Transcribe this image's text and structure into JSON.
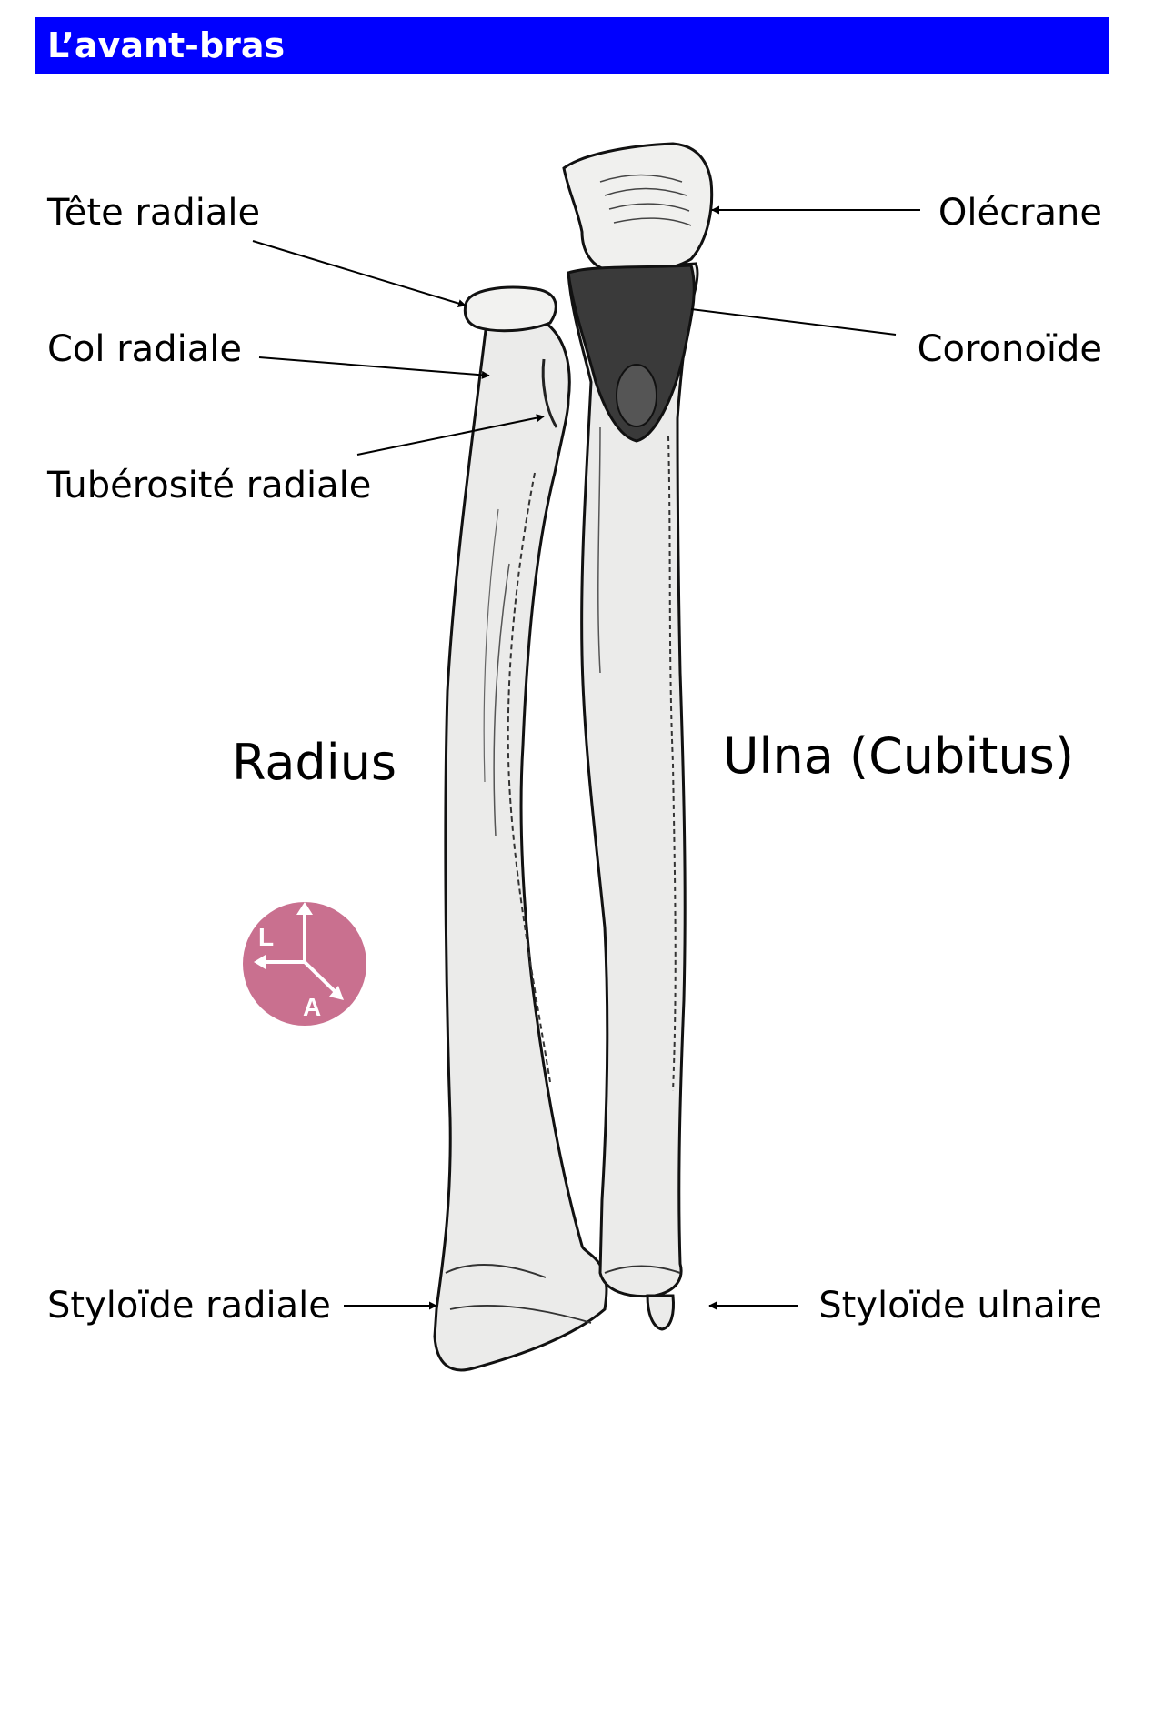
{
  "header": {
    "title": "L’avant-bras"
  },
  "labels": {
    "tete_radiale": "Tête radiale",
    "col_radiale": "Col radiale",
    "tuberosite_radiale": "Tubérosité radiale",
    "radius": "Radius",
    "styloide_radiale": "Styloïde radiale",
    "olecrane": "Olécrane",
    "coronoide": "Coronoïde",
    "ulna": "Ulna (Cubitus)",
    "styloide_ulnaire": "Styloïde ulnaire"
  },
  "orientation_badge": {
    "color": "#c9708f",
    "axis_l": "L",
    "axis_a": "A"
  },
  "colors": {
    "title_bar": "#0000ff",
    "title_text": "#ffffff",
    "bone_fill": "#ebebea",
    "bone_outline": "#111111"
  }
}
